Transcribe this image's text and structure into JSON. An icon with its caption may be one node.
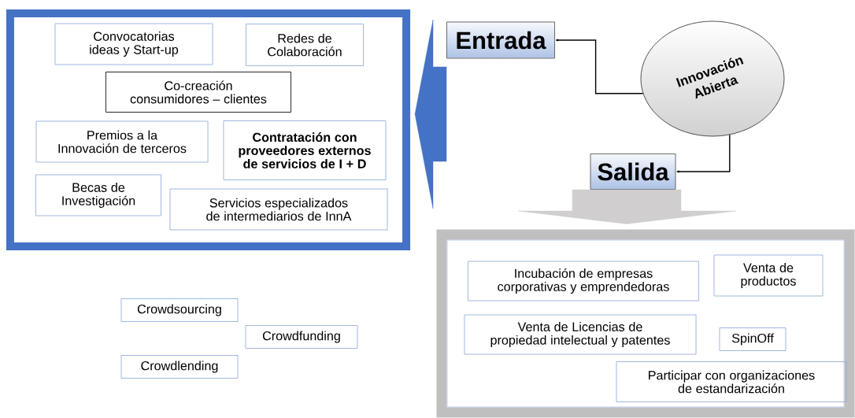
{
  "diagram": {
    "nodes": [
      {
        "text": [],
        "shape": "box"
      },
      {
        "text": [
          "Convocatorias ideas y Start-up"
        ],
        "in": 0
      },
      {
        "text": [
          "Redes de Colaboración"
        ],
        "in": 0
      },
      {
        "text": [
          "Co-creación consumidores – clientes"
        ],
        "in": 0
      },
      {
        "text": [
          "Premios a la Innovación de terceros"
        ],
        "in": 0
      },
      {
        "text": [
          "Contratación con proveedores externos de servicios de I + D"
        ],
        "in": 0
      },
      {
        "text": [
          "Becas de Investigación"
        ],
        "in": 0
      },
      {
        "text": [
          "Servicios especializados de intermediarios de InnA"
        ],
        "in": 0
      },
      {
        "text": [
          "Entrada"
        ]
      },
      {
        "text": [
          "Innovación Abierta"
        ]
      },
      {
        "text": [
          "Salida"
        ]
      },
      {
        "text": [],
        "shape": "box"
      },
      {
        "text": [
          "Incubación de empresas corporativas y emprendedoras"
        ],
        "in": 11
      },
      {
        "text": [
          "Venta de productos"
        ],
        "in": 11
      },
      {
        "text": [
          "Venta de Licencias de propiedad intelectual y patentes"
        ],
        "in": 11
      },
      {
        "text": [
          "SpinOff"
        ],
        "in": 11
      },
      {
        "text": [
          "Participar con organizaciones de estandarización"
        ],
        "in": 11
      },
      {
        "text": [
          "Crowdsourcing"
        ]
      },
      {
        "text": [
          "Crowdfunding"
        ]
      },
      {
        "text": [
          "Crowdlending"
        ]
      }
    ],
    "edges": [
      {
        "from": 9,
        "to": 8,
        "arrow": "to"
      },
      {
        "from": 9,
        "to": 10,
        "arrow": "to"
      },
      {
        "from": 8,
        "to": 0,
        "arrow": "to",
        "style": "thick",
        "color": "#4472c4"
      },
      {
        "from": 10,
        "to": 11,
        "arrow": "to",
        "style": "thick",
        "color": "#d0cece"
      }
    ]
  }
}
